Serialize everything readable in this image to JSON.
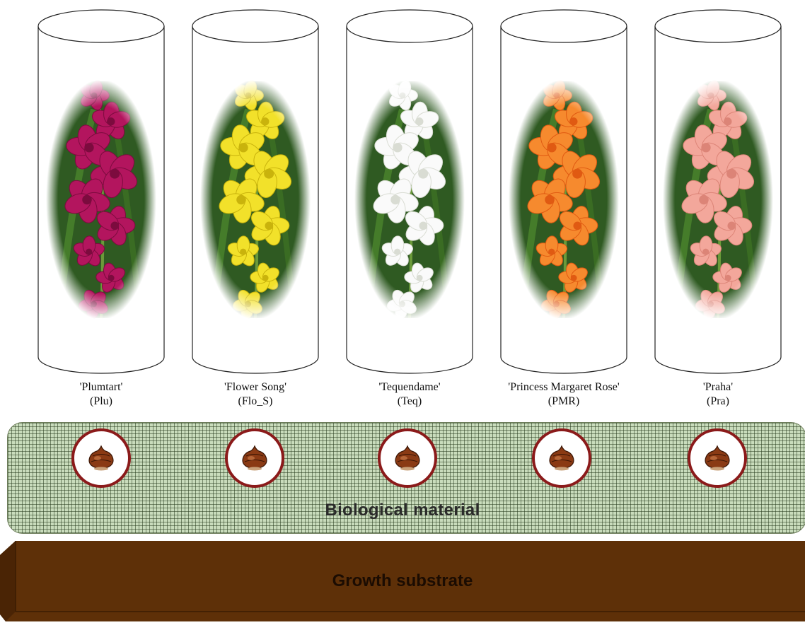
{
  "cultivars": [
    {
      "name": "'Plumtart'",
      "code": "(Plu)",
      "flower_color": "#b3155e",
      "flower_dark": "#7c0b3e",
      "icon": "magenta-gladiolus-icon"
    },
    {
      "name": "'Flower Song'",
      "code": "(Flo_S)",
      "flower_color": "#f2e12a",
      "flower_dark": "#c9b30c",
      "icon": "yellow-gladiolus-icon"
    },
    {
      "name": "'Tequendame'",
      "code": "(Teq)",
      "flower_color": "#fafafa",
      "flower_dark": "#d9dcd3",
      "icon": "white-gladiolus-icon"
    },
    {
      "name": "'Princess Margaret Rose'",
      "code": "(PMR)",
      "flower_color": "#f68a2e",
      "flower_dark": "#e05a12",
      "icon": "orange-gladiolus-icon"
    },
    {
      "name": "'Praha'",
      "code": "(Pra)",
      "flower_color": "#f3a79b",
      "flower_dark": "#dc8477",
      "icon": "pink-gladiolus-icon"
    }
  ],
  "layers": {
    "biological": "Biological material",
    "substrate": "Growth substrate"
  },
  "colors": {
    "bulb_ring": "#8b1a1a",
    "bulb_fill": "#8a3a14",
    "substrate": "#5e3008",
    "grid_bg": "#c9dcbc",
    "foliage": "#2f5a22"
  }
}
